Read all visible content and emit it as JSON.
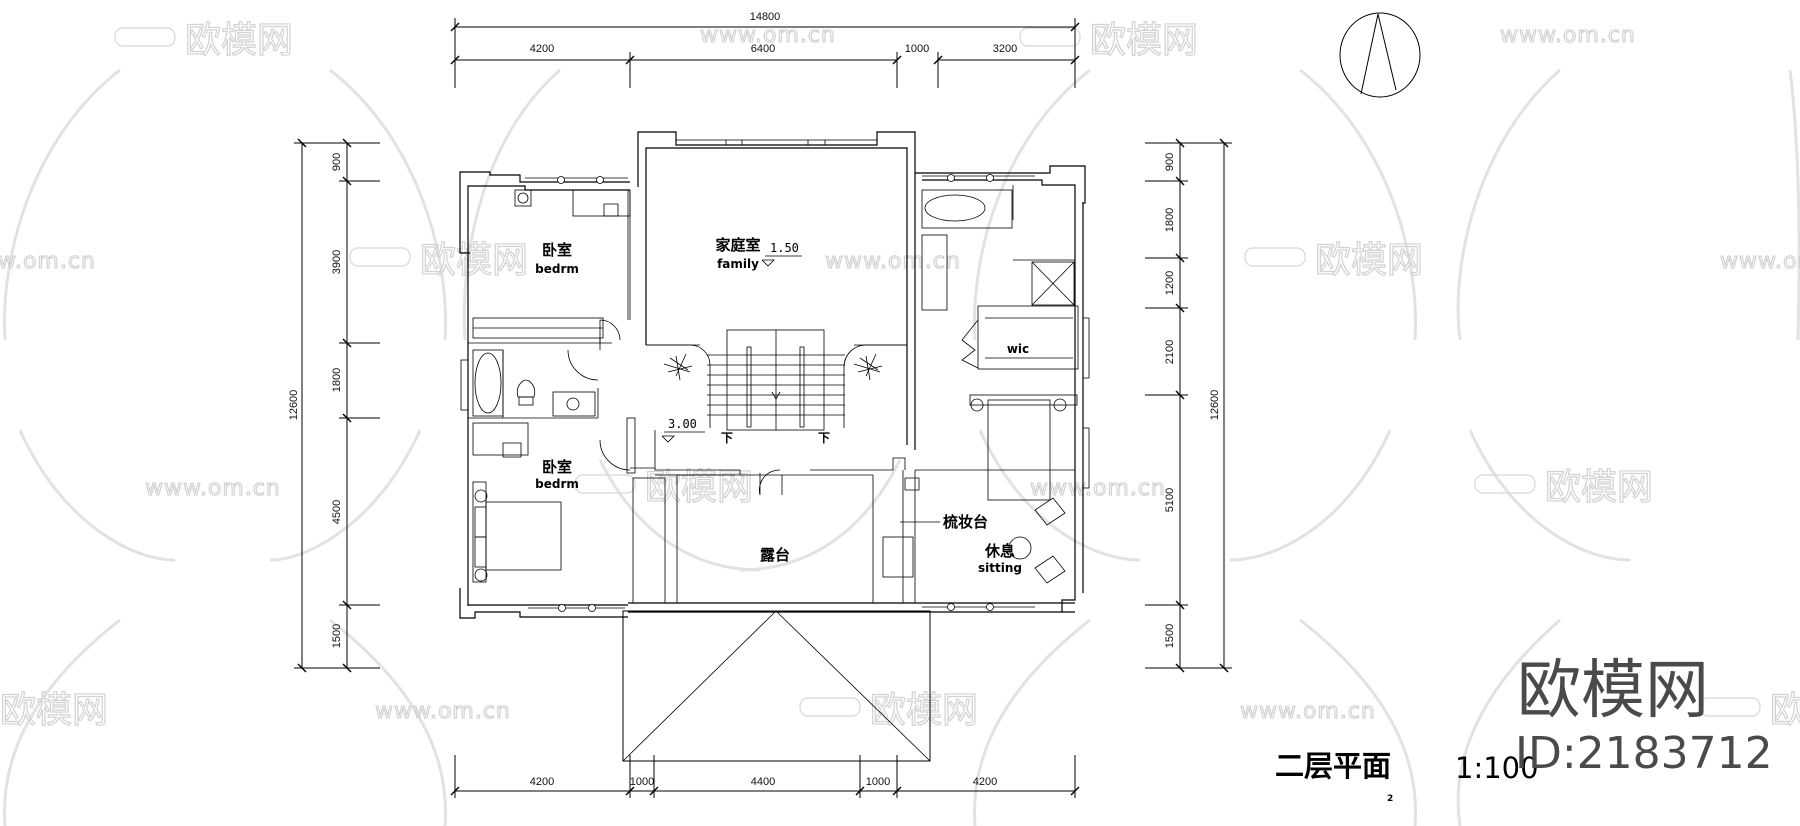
{
  "drawing": {
    "title": "二层平面",
    "scale": "1:100",
    "sheet_number": "2",
    "north_arrow": "north-arrow-icon"
  },
  "branding": {
    "name": "欧模网",
    "id_label": "ID:2183712",
    "watermark_text": "欧模网",
    "watermark_url": "www.om.cn"
  },
  "dimensions": {
    "top": {
      "overall": "14800",
      "segments": [
        "4200",
        "6400",
        "1000",
        "3200"
      ]
    },
    "bottom": {
      "segments": [
        "4200",
        "1000",
        "4400",
        "1000",
        "4200"
      ]
    },
    "left": {
      "overall": "12600",
      "segments": [
        "900",
        "3900",
        "1800",
        "4500",
        "1500"
      ]
    },
    "right": {
      "overall": "12600",
      "segments": [
        "900",
        "1800",
        "1200",
        "2100",
        "5100",
        "1500"
      ]
    }
  },
  "rooms": {
    "bedroom_north": {
      "cn": "卧室",
      "en": "bedrm"
    },
    "family": {
      "cn": "家庭室",
      "en": "family",
      "level": "1.50"
    },
    "stair_level": "3.00",
    "stair_down_left": "下",
    "stair_down_right": "下",
    "bedroom_south": {
      "cn": "卧室",
      "en": "bedrm"
    },
    "terrace": {
      "cn": "露台"
    },
    "walk_in_closet": {
      "en": "wic"
    },
    "dressing_table": {
      "cn": "梳妆台"
    },
    "sitting": {
      "cn": "休息",
      "en": "sitting"
    }
  },
  "colors": {
    "line": "#000000",
    "watermark": "#d2d2d2",
    "brand": "#4a4a4a",
    "background": "#ffffff"
  }
}
